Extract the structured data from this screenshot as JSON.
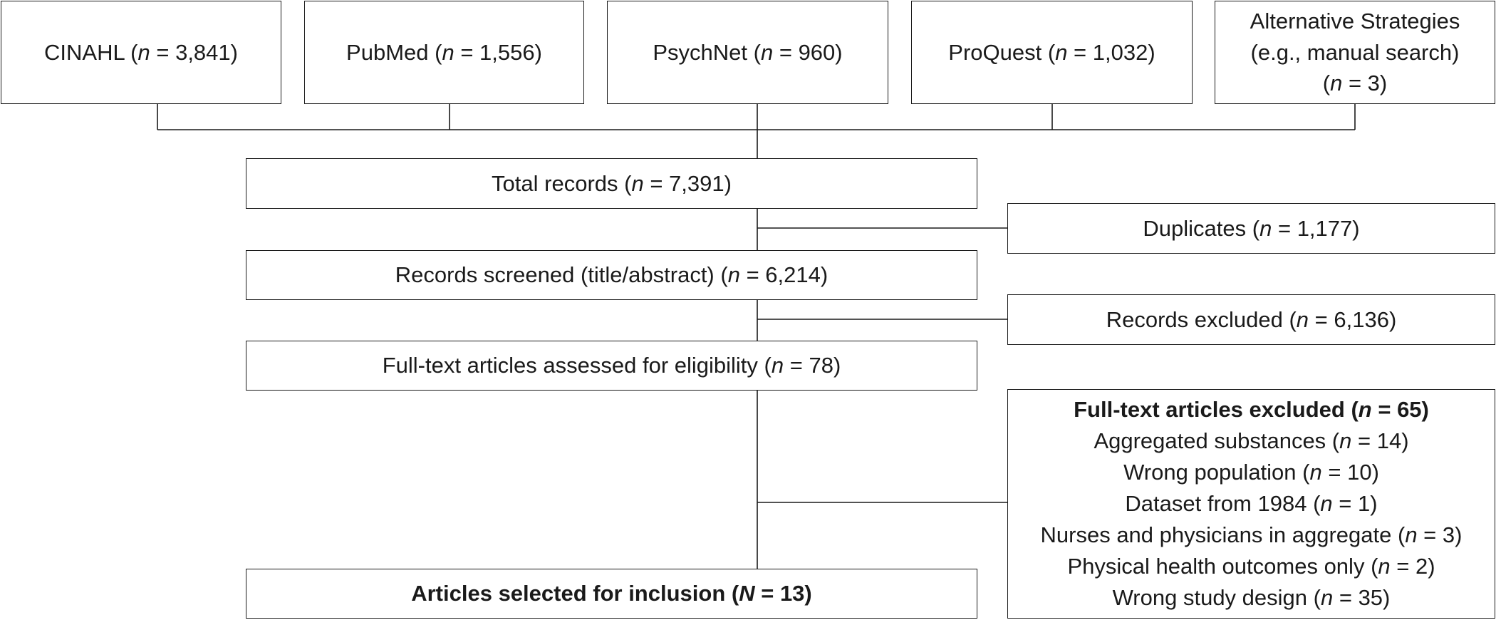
{
  "sources": [
    {
      "name": "CINAHL",
      "var": "n",
      "eq": " = ",
      "value": "3,841"
    },
    {
      "name": "PubMed",
      "var": "n",
      "eq": " = ",
      "value": "1,556"
    },
    {
      "name": "PsychNet",
      "var": "n",
      "eq": " = ",
      "value": "960"
    },
    {
      "name": "ProQuest",
      "var": "n",
      "eq": " = ",
      "value": "1,032"
    },
    {
      "name_line1": "Alternative Strategies",
      "name_line2": "(e.g., manual search)",
      "var": "n",
      "eq": " = ",
      "value": "3"
    }
  ],
  "total": {
    "label": "Total records",
    "var": "n",
    "eq": " = ",
    "value": "7,391"
  },
  "duplicates": {
    "label": "Duplicates",
    "var": "n",
    "eq": " = ",
    "value": "1,177"
  },
  "screened": {
    "label": "Records screened (title/abstract)",
    "var": "n",
    "eq": " = ",
    "value": "6,214"
  },
  "records_excluded": {
    "label": "Records excluded",
    "var": "n",
    "eq": " = ",
    "value": "6,136"
  },
  "assessed": {
    "label": "Full-text articles assessed for eligibility",
    "var": "n",
    "eq": " = ",
    "value": "78"
  },
  "fulltext_excluded": {
    "title": {
      "label": "Full-text articles excluded",
      "var": "n",
      "eq": " = ",
      "value": "65"
    },
    "reasons": [
      {
        "label": "Aggregated substances",
        "var": "n",
        "eq": " = ",
        "value": "14"
      },
      {
        "label": "Wrong population",
        "var": "n",
        "eq": " = ",
        "value": "10"
      },
      {
        "label": "Dataset from 1984",
        "var": "n",
        "eq": " = ",
        "value": "1"
      },
      {
        "label": "Nurses and physicians in aggregate",
        "var": "n",
        "eq": " = ",
        "value": "3"
      },
      {
        "label": "Physical health outcomes only",
        "var": "n",
        "eq": " = ",
        "value": "2"
      },
      {
        "label": "Wrong study design",
        "var": "n",
        "eq": " = ",
        "value": "35"
      }
    ]
  },
  "included": {
    "label": "Articles selected for inclusion",
    "var": "N",
    "eq": " = ",
    "value": "13"
  }
}
